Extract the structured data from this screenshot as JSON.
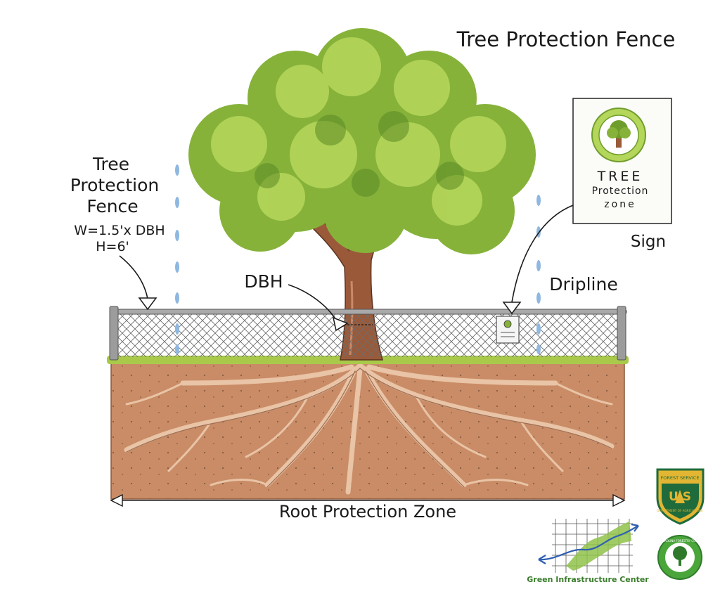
{
  "title": "Tree Protection Fence",
  "labels": {
    "fence_title_line1": "Tree",
    "fence_title_line2": "Protection",
    "fence_title_line3": "Fence",
    "fence_width": "W=1.5'x DBH",
    "fence_height": "H=6'",
    "dbh": "DBH",
    "dripline": "Dripline",
    "sign": "Sign",
    "root_zone": "Root Protection Zone"
  },
  "sign_panel": {
    "line1": "TREE",
    "line2": "Protection",
    "line3": "zone"
  },
  "logos": {
    "forest_service_top": "FOREST SERVICE",
    "forest_service_letters": "U S",
    "forest_service_bottom": "DEPARTMENT OF AGRICULTURE",
    "gic_name": "Green Infrastructure Center",
    "sc_forestry": "SOUTH CAROLINA FORESTRY COMMISSION"
  },
  "colors": {
    "foliage_light": "#b4d65a",
    "foliage_dark": "#6f9d2c",
    "trunk": "#9a5a3a",
    "soil": "#c98c66",
    "grass": "#a9c94a",
    "water_drop": "#8fb8e0",
    "fs_gold": "#e2b632",
    "fs_green": "#1f6b3b",
    "sc_green": "#4aa63b"
  }
}
